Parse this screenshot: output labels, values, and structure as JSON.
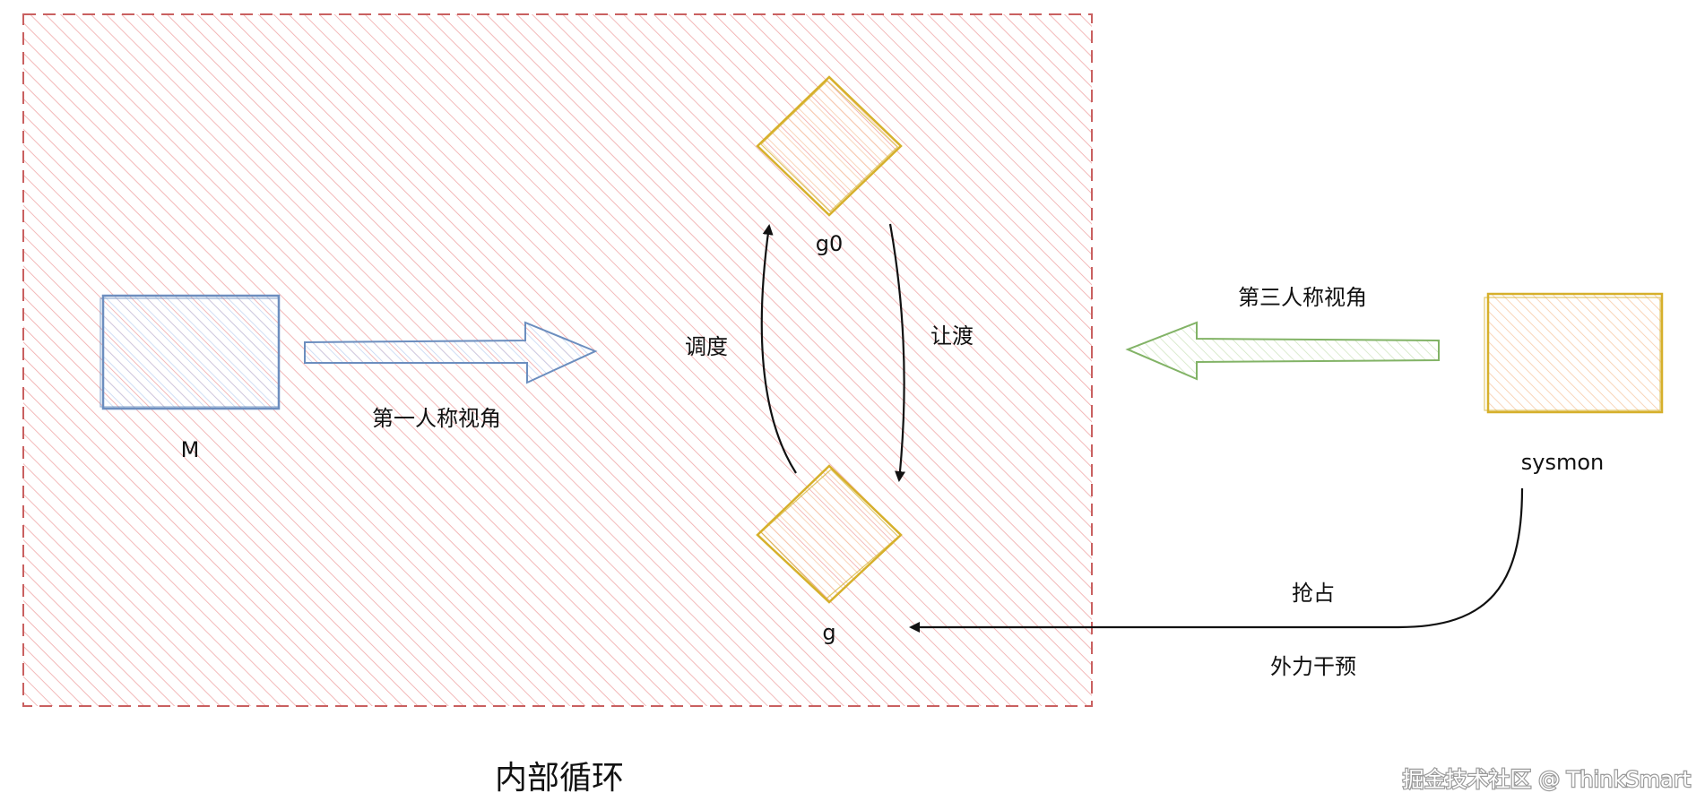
{
  "region": {
    "label": "内部循环",
    "fill_color": "#f4b6b6",
    "border_color": "#c96060"
  },
  "nodes": {
    "m": {
      "label": "M",
      "color": "#6c8ebf",
      "fill": "#dae8fc"
    },
    "g0": {
      "label": "g0",
      "color": "#d6b02b",
      "fill": "#fbe3cf"
    },
    "g": {
      "label": "g",
      "color": "#d6b02b",
      "fill": "#fbe3cf"
    },
    "sysmon": {
      "label": "sysmon",
      "color": "#d6b02b",
      "fill": "#fbe3cf"
    }
  },
  "edges": {
    "first_person": {
      "label": "第一人称视角",
      "color": "#6c8ebf"
    },
    "third_person": {
      "label": "第三人称视角",
      "color": "#82b366"
    },
    "schedule": {
      "label": "调度"
    },
    "yield": {
      "label": "让渡"
    },
    "preempt": {
      "label": "抢占",
      "sublabel": "外力干预"
    }
  },
  "watermark": {
    "text": "掘金技术社区 @ ThinkSmart"
  }
}
